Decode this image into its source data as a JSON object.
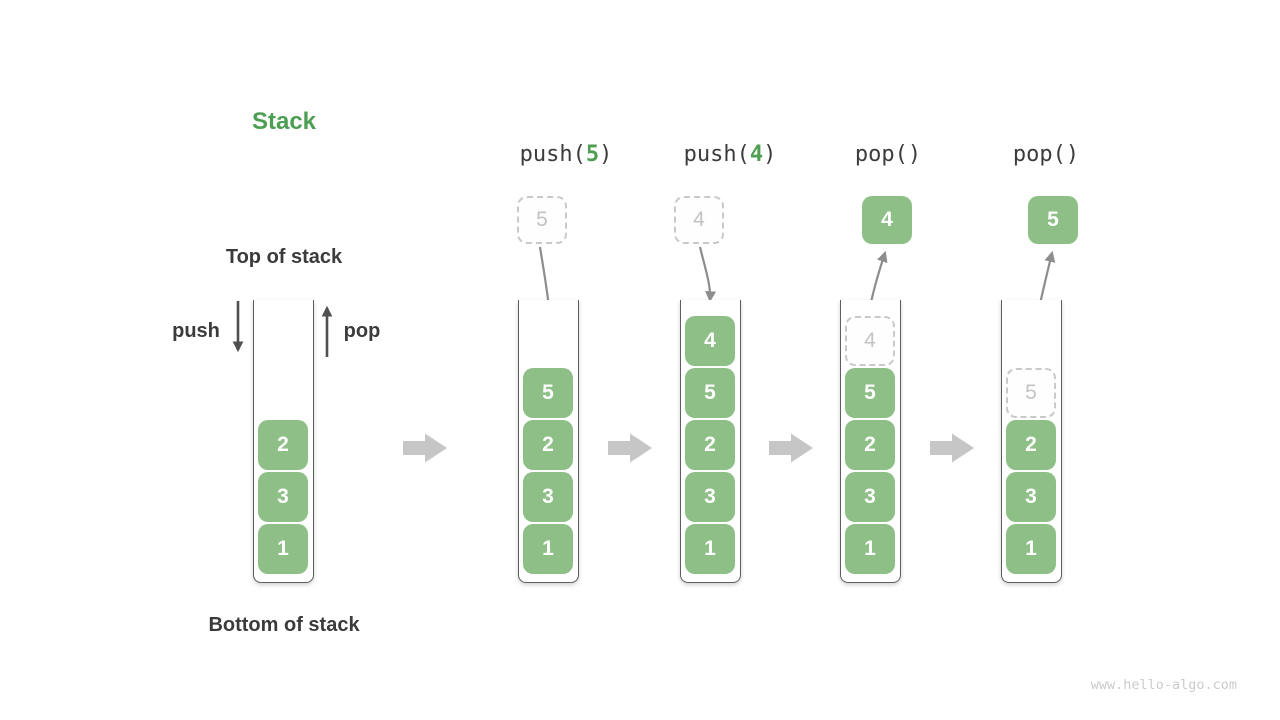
{
  "title": "Stack",
  "annotations": {
    "top_of_stack": "Top of stack",
    "bottom_of_stack": "Bottom of stack",
    "push_label": "push",
    "pop_label": "pop"
  },
  "operations": [
    {
      "prefix": "push(",
      "arg": "5",
      "suffix": ")"
    },
    {
      "prefix": "push(",
      "arg": "4",
      "suffix": ")"
    },
    {
      "prefix": "pop()",
      "arg": "",
      "suffix": ""
    },
    {
      "prefix": "pop()",
      "arg": "",
      "suffix": ""
    }
  ],
  "floating_cells": [
    {
      "value": "5",
      "style": "dashed"
    },
    {
      "value": "4",
      "style": "dashed"
    },
    {
      "value": "4",
      "style": "solid"
    },
    {
      "value": "5",
      "style": "solid"
    }
  ],
  "stacks": [
    {
      "cells": [
        {
          "value": "2",
          "style": "solid"
        },
        {
          "value": "3",
          "style": "solid"
        },
        {
          "value": "1",
          "style": "solid"
        }
      ]
    },
    {
      "cells": [
        {
          "value": "5",
          "style": "solid"
        },
        {
          "value": "2",
          "style": "solid"
        },
        {
          "value": "3",
          "style": "solid"
        },
        {
          "value": "1",
          "style": "solid"
        }
      ]
    },
    {
      "cells": [
        {
          "value": "4",
          "style": "solid"
        },
        {
          "value": "5",
          "style": "solid"
        },
        {
          "value": "2",
          "style": "solid"
        },
        {
          "value": "3",
          "style": "solid"
        },
        {
          "value": "1",
          "style": "solid"
        }
      ]
    },
    {
      "cells": [
        {
          "value": "4",
          "style": "dashed"
        },
        {
          "value": "5",
          "style": "solid"
        },
        {
          "value": "2",
          "style": "solid"
        },
        {
          "value": "3",
          "style": "solid"
        },
        {
          "value": "1",
          "style": "solid"
        }
      ]
    },
    {
      "cells": [
        {
          "value": "5",
          "style": "dashed"
        },
        {
          "value": "2",
          "style": "solid"
        },
        {
          "value": "3",
          "style": "solid"
        },
        {
          "value": "1",
          "style": "solid"
        }
      ]
    }
  ],
  "icons": {
    "push_arrow": "arrow-down",
    "pop_arrow": "arrow-up",
    "step_arrow": "block-arrow-right",
    "move_arrow": "curved-arrow"
  },
  "colors": {
    "cell_green": "#8dbf87",
    "code_green": "#4e9e53",
    "title_green": "#4c9e52",
    "text_dark": "#3b3b3b",
    "arrow_gray": "#8d8d8d",
    "block_arrow_gray": "#c6c6c6",
    "dashed_gray": "#c9c9c9",
    "frame_gray": "#5e5e5e"
  },
  "watermark": "www.hello-algo.com"
}
